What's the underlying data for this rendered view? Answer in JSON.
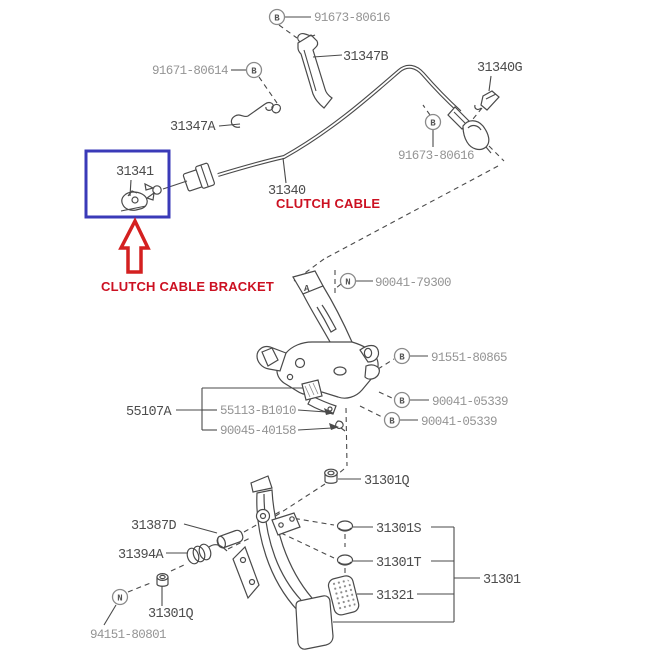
{
  "diagram": {
    "type": "parts-diagram",
    "subject": "Clutch pedal and clutch cable assembly exploded parts diagram",
    "colors": {
      "line_art": "#4a4a4a",
      "gray_label": "#949494",
      "dark_label": "#4d4d4d",
      "annotation_red": "#cc1122",
      "highlight_box_blue": "#3a3ab8",
      "background": "#ffffff"
    },
    "parts": {
      "p91673_top": "91673-80616",
      "p31347B": "31347B",
      "p91671": "91671-80614",
      "p31347A": "31347A",
      "p31340G": "31340G",
      "p91673_right": "91673-80616",
      "p31341": "31341",
      "p31340": "31340",
      "p90041_79300": "90041-79300",
      "p91551": "91551-80865",
      "p90041_05339_a": "90041-05339",
      "p90041_05339_b": "90041-05339",
      "p55107A": "55107A",
      "p55113": "55113-B1010",
      "p90045": "90045-40158",
      "p31301Q_top": "31301Q",
      "p31387D": "31387D",
      "p31394A": "31394A",
      "p31301S": "31301S",
      "p31301T": "31301T",
      "p31321": "31321",
      "p31301": "31301",
      "p31301Q_bot": "31301Q",
      "p94151": "94151-80801"
    },
    "annotations": {
      "clutch_cable": "CLUTCH CABLE",
      "clutch_cable_bracket": "CLUTCH CABLE BRACKET",
      "bracket_ref": "A"
    },
    "markers": {
      "b1": "B",
      "b2": "B",
      "b3": "B",
      "b4": "B",
      "b5": "B",
      "b6": "B",
      "n1": "N",
      "n2": "N"
    }
  }
}
